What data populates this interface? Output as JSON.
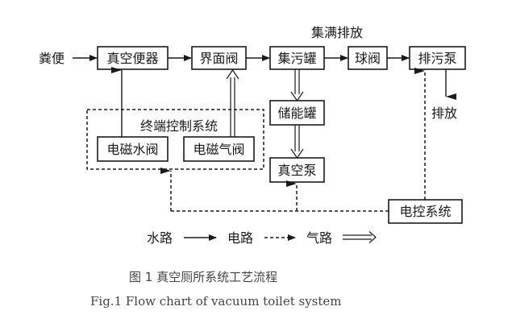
{
  "diagram": {
    "input_label": "粪便",
    "full_discharge_label": "集满排放",
    "discharge_label": "排放",
    "nodes": {
      "vacuum_toilet": "真空便器",
      "interface_valve": "界面阀",
      "collection_tank": "集污罐",
      "ball_valve": "球阀",
      "discharge_pump": "排污泵",
      "storage_tank": "储能罐",
      "vacuum_pump": "真空泵",
      "solenoid_water_valve": "电磁水阀",
      "solenoid_air_valve": "电磁气阀",
      "electric_control_system": "电控系统"
    },
    "terminal_control_group": "终端控制系统",
    "legend": {
      "water": "水路",
      "electric": "电路",
      "air": "气路"
    }
  },
  "caption": {
    "chinese": "图 1  真空厕所系统工艺流程",
    "english": "Fig.1    Flow chart of vacuum toilet system"
  }
}
